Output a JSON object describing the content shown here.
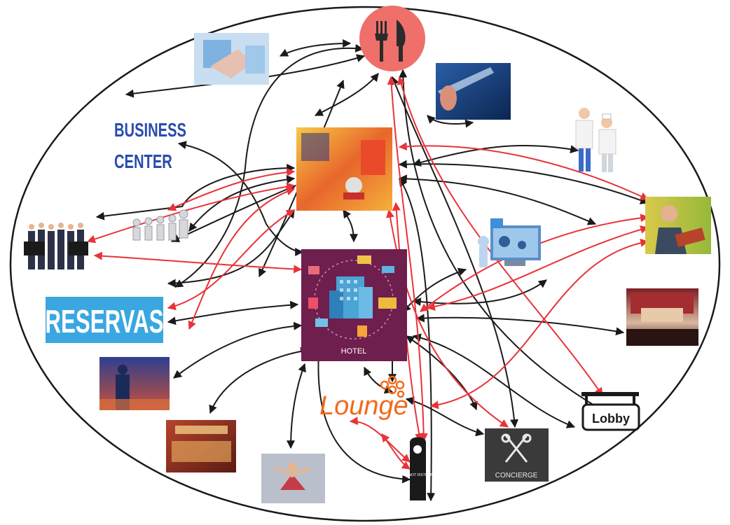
{
  "labels": {
    "business_center_line1": "BUSINESS",
    "business_center_line2": "CENTER",
    "reservas": "RESERVAS",
    "hotel": "HOTEL",
    "lounge": "Lounge",
    "lobby": "Lobby",
    "concierge": "CONCIERGE",
    "do_not_disturb": "DO NOT DISTURB"
  },
  "colors": {
    "black_arrow": "#1a1a1a",
    "red_arrow": "#e8333a",
    "business_center_text": "#2a4bb0",
    "reservas_bg": "#3aa7e0",
    "hotel_bg": "#6e1f4e",
    "lounge_orange": "#f26a1b",
    "restaurant_circle": "#ef6f6a"
  },
  "nodes": [
    "restaurant-icon",
    "meeting-photo",
    "bartender-photo",
    "business-center",
    "reception-photo",
    "chefs-illustration",
    "receptionist-photo",
    "team-photo",
    "stickmen-illustration",
    "hotel-icon",
    "maintenance-illustration",
    "reservas-banner",
    "auditorium-photo",
    "performer-photo",
    "banquet-photo",
    "lounge-logo",
    "lobby-sign",
    "dancer-photo",
    "door-hanger",
    "concierge-sign"
  ]
}
